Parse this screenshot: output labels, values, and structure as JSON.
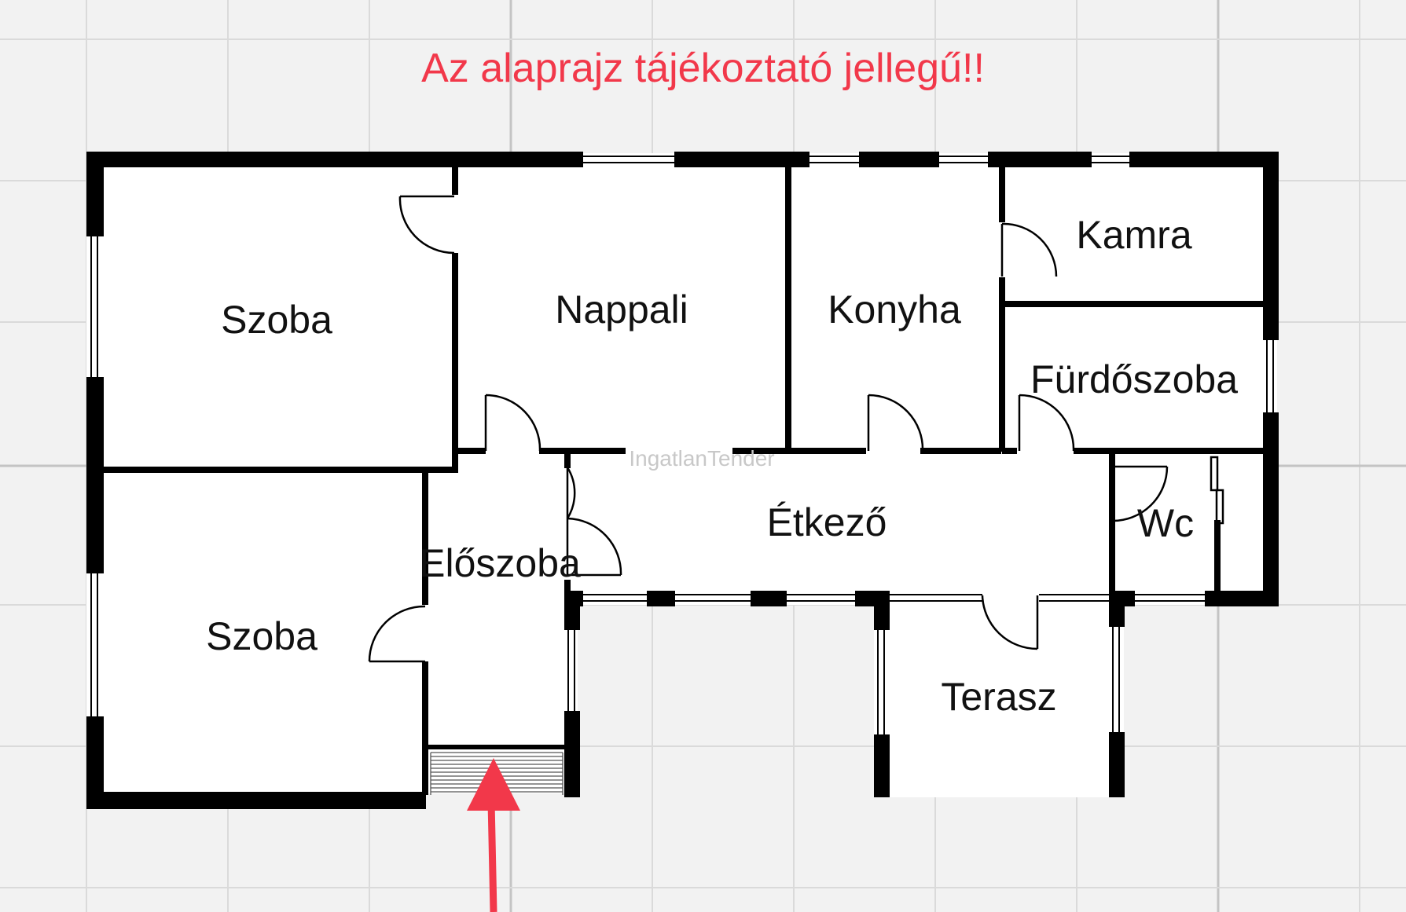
{
  "notice": {
    "text": "Az alaprajz tájékoztató jellegű!!",
    "color": "#f2384a"
  },
  "watermark": "IngatlanTender",
  "rooms": [
    {
      "id": "szoba-1",
      "label": "Szoba"
    },
    {
      "id": "nappali",
      "label": "Nappali"
    },
    {
      "id": "konyha",
      "label": "Konyha"
    },
    {
      "id": "kamra",
      "label": "Kamra"
    },
    {
      "id": "furdoszoba",
      "label": "Fürdőszoba"
    },
    {
      "id": "etkezo",
      "label": "Étkező"
    },
    {
      "id": "eloszoba",
      "label": "Előszoba"
    },
    {
      "id": "wc",
      "label": "Wc"
    },
    {
      "id": "szoba-2",
      "label": "Szoba"
    },
    {
      "id": "terasz",
      "label": "Terasz"
    }
  ],
  "colors": {
    "wall": "#000000",
    "floor": "#ffffff",
    "grid": "#d9d9d9",
    "arrow": "#f2384a",
    "background": "#f2f2f2"
  },
  "icons": {
    "entrance": "entrance-arrow-icon",
    "stairs": "entrance-steps-icon"
  }
}
